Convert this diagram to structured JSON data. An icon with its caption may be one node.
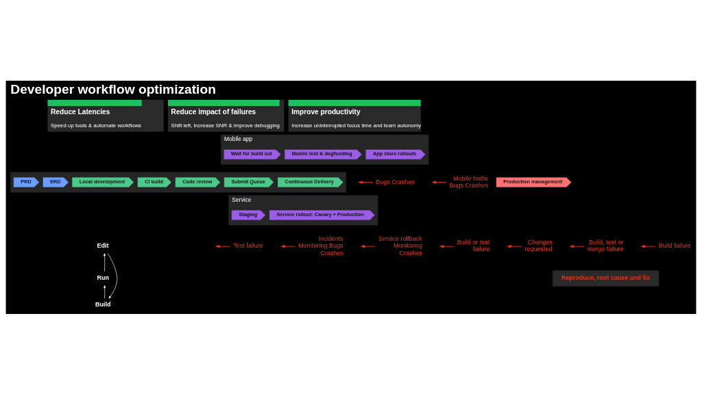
{
  "diagram": {
    "title": "Developer workflow optimization",
    "nodes": [
      {
        "text": [
          "Reduce Latencies",
          "Speed up tools & automate workflows"
        ]
      },
      {
        "text": [
          "Reduce impact of failures",
          "Shift left, increase SNR & improve debugging"
        ]
      },
      {
        "text": [
          "Improve productivity",
          "Increase uninterrupted focus time and team autonomy"
        ]
      },
      {
        "text": [
          "Mobile app"
        ]
      },
      {
        "text": [
          "Wait for build cut"
        ],
        "in": 3
      },
      {
        "text": [
          "Mobile test & dogfooding"
        ],
        "in": 3
      },
      {
        "text": [
          "App store rollouts"
        ],
        "in": 3
      },
      {
        "text": [],
        "shape": "box"
      },
      {
        "text": [
          "PRD"
        ],
        "in": 7
      },
      {
        "text": [
          "ERD"
        ],
        "in": 7
      },
      {
        "text": [
          "Local development"
        ],
        "in": 7
      },
      {
        "text": [
          "CI build"
        ],
        "in": 7
      },
      {
        "text": [
          "Code review"
        ],
        "in": 7
      },
      {
        "text": [
          "Submit Queue"
        ],
        "in": 7
      },
      {
        "text": [
          "Continuous Delivery"
        ],
        "in": 7
      },
      {
        "text": [
          "Mobile hotfix Bugs Crashes"
        ]
      },
      {
        "text": [
          "Bugs Crashes"
        ]
      },
      {
        "text": [
          "Production management"
        ]
      },
      {
        "text": [
          "Service"
        ]
      },
      {
        "text": [
          "Staging"
        ],
        "in": 18
      },
      {
        "text": [
          "Service rollout: Canary + Production"
        ],
        "in": 18
      },
      {
        "text": [
          "Incidents Monitoring Bugs Crashes"
        ]
      },
      {
        "text": [
          "Edit"
        ]
      },
      {
        "text": [
          "Build or test failure"
        ]
      },
      {
        "text": [
          "Changes requested"
        ]
      },
      {
        "text": [
          "Build, test or merge failure"
        ]
      },
      {
        "text": [
          "Build failure"
        ]
      },
      {
        "text": [
          "Test failure"
        ]
      },
      {
        "text": [
          "Service rollback Monitoring Crashes"
        ]
      },
      {
        "text": [
          "Run"
        ]
      },
      {
        "text": [
          "Reproduce, root cause and fix"
        ]
      },
      {
        "text": [
          "Build"
        ]
      }
    ],
    "edges": [
      {
        "from": 15,
        "to": null,
        "arrow": "to"
      },
      {
        "from": 16,
        "to": null,
        "arrow": "to"
      },
      {
        "from": 21,
        "to": null,
        "arrow": "to"
      },
      {
        "from": 22,
        "to": 31,
        "arrow": "to",
        "color": "#ffffff"
      },
      {
        "from": 23,
        "to": null,
        "arrow": "to"
      },
      {
        "from": 24,
        "to": null,
        "arrow": "to"
      },
      {
        "from": 25,
        "to": null,
        "arrow": "to"
      },
      {
        "from": 26,
        "to": null,
        "arrow": "to"
      },
      {
        "from": 27,
        "to": null,
        "arrow": "to"
      },
      {
        "from": 28,
        "to": null,
        "arrow": "to"
      },
      {
        "from": 31,
        "to": 29,
        "arrow": "to",
        "color": "#ffffff"
      },
      {
        "from": 29,
        "to": 22,
        "arrow": "to",
        "color": "#ffffff"
      }
    ]
  }
}
